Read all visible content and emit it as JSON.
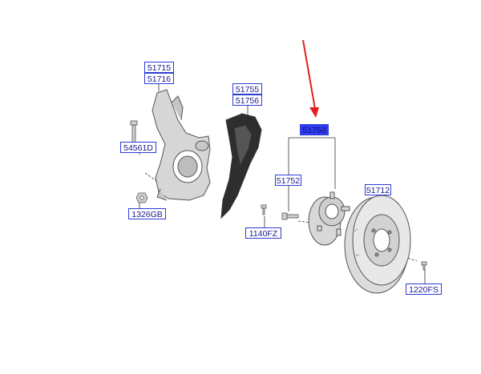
{
  "labels": {
    "knuckle_a": "51715",
    "knuckle_b": "51716",
    "shield_a": "51755",
    "shield_b": "51756",
    "hub_assy": "51750",
    "hub_bolt": "51752",
    "disc": "51712",
    "knuckle_bolt": "54561D",
    "nut": "1326GB",
    "shield_screw": "1140FZ",
    "disc_screw": "1220FS"
  },
  "colors": {
    "label_border": "#2d3bd6",
    "label_text": "#1a1a8c",
    "label_highlight": "#2f3cf0",
    "arrow": "#e0201c",
    "line": "#333333"
  },
  "icons": [
    "steering-knuckle",
    "dust-shield",
    "hub-bearing",
    "brake-disc",
    "arrow"
  ]
}
